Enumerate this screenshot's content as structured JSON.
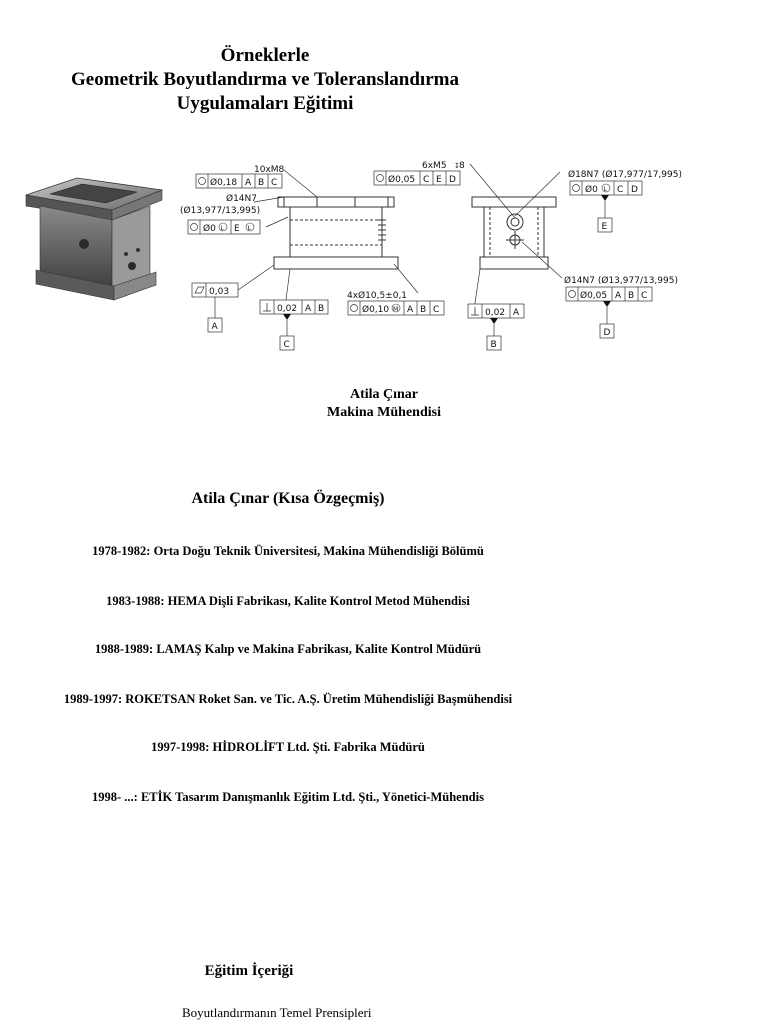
{
  "title": {
    "line1": "Örneklerle",
    "line2": "Geometrik Boyutlandırma ve Toleranslandırma",
    "line3": "Uygulamaları Eğitimi"
  },
  "figure": {
    "callouts": {
      "thread_top": "10xM8",
      "fcf1_tol": "Ø0,18",
      "fcf1_a": "A",
      "fcf1_b": "B",
      "fcf1_c": "C",
      "hole_14": "Ø14N7",
      "hole_14_range": "(Ø13,977/13,995)",
      "fcf2_tol": "Ø0",
      "fcf2_mod": "L",
      "fcf2_ref": "E",
      "fcf2_ref_mod": "L",
      "flatness_tol": "0,03",
      "datum_a": "A",
      "perp_tol": "0,02",
      "perp_a": "A",
      "perp_b": "B",
      "datum_c": "C",
      "holes4": "4xØ10,5±0,1",
      "fcf3_tol": "Ø0,10",
      "fcf3_mod": "M",
      "fcf3_a": "A",
      "fcf3_b": "B",
      "fcf3_c": "C",
      "thread6": "6xM5",
      "thread6_depth": "8",
      "fcf4_tol": "Ø0,05",
      "fcf4_c": "C",
      "fcf4_e": "E",
      "fcf4_d": "D",
      "hole18": "Ø18N7 (Ø17,977/17,995)",
      "fcf5_tol": "Ø0",
      "fcf5_mod": "L",
      "fcf5_c": "C",
      "fcf5_d": "D",
      "datum_e": "E",
      "hole14b": "Ø14N7 (Ø13,977/13,995)",
      "fcf6_tol": "Ø0,05",
      "fcf6_a": "A",
      "fcf6_b": "B",
      "fcf6_c": "C",
      "datum_d": "D",
      "perp2_tol": "0,02",
      "perp2_a": "A",
      "datum_b": "B"
    }
  },
  "author": {
    "name": "Atila Çınar",
    "role": "Makina Mühendisi"
  },
  "cv": {
    "heading": "Atila Çınar (Kısa Özgeçmiş)",
    "items": [
      "1978-1982: Orta Doğu Teknik Üniversitesi, Makina Mühendisliği Bölümü",
      "1983-1988: HEMA Dişli Fabrikası, Kalite Kontrol Metod Mühendisi",
      "1988-1989: LAMAŞ Kalıp ve Makina Fabrikası, Kalite Kontrol Müdürü",
      "1989-1997: ROKETSAN Roket San. ve Tic. A.Ş. Üretim Mühendisliği Başmühendisi",
      "1997-1998: HİDROLİFT Ltd. Şti. Fabrika Müdürü",
      "1998- ...: ETİK Tasarım Danışmanlık Eğitim Ltd. Şti., Yönetici-Mühendis"
    ]
  },
  "education": {
    "heading": "Eğitim İçeriği",
    "items": [
      "Boyutlandırmanın Temel Prensipleri"
    ]
  }
}
